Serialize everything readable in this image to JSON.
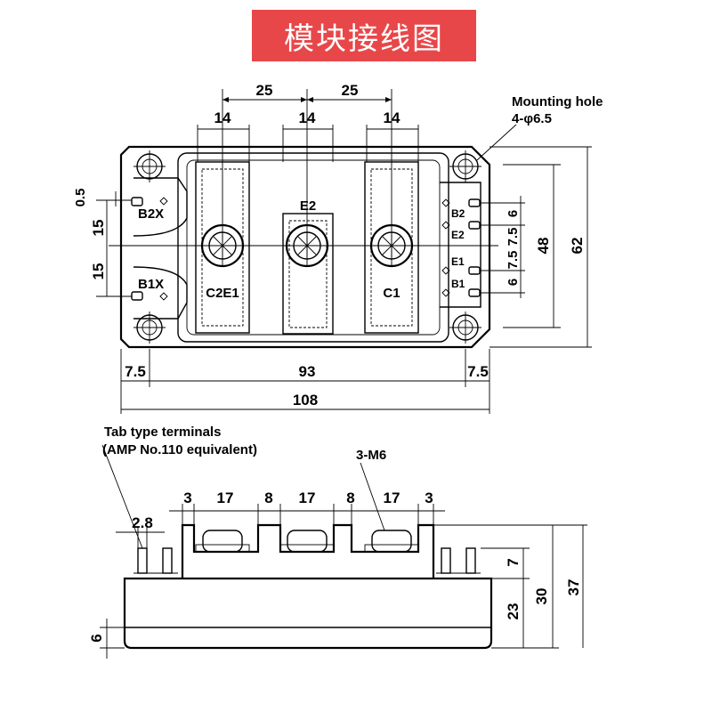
{
  "title": "模块接线图",
  "top_view": {
    "dims": {
      "pitch": [
        "25",
        "25"
      ],
      "terminal_width": [
        "14",
        "14",
        "14"
      ],
      "gap_small": "0.5",
      "left_v": [
        "15",
        "15"
      ],
      "right_v_small": [
        "6",
        "7.5",
        "7.5",
        "6"
      ],
      "height_inner": "48",
      "height_total": "62",
      "edge_left": "7.5",
      "hole_span": "93",
      "edge_right": "7.5",
      "total_length": "108"
    },
    "labels": {
      "mounting_hole": "Mounting hole",
      "mounting_hole_spec": "4-φ6.5",
      "b2x": "B2X",
      "b1x": "B1X",
      "e2_main": "E2",
      "c2e1": "C2E1",
      "c1": "C1",
      "b2": "B2",
      "e2": "E2",
      "e1": "E1",
      "b1": "B1"
    }
  },
  "side_view": {
    "labels": {
      "tab_type_line1": "Tab type terminals",
      "tab_type_line2": "(AMP No.110 equivalent)",
      "screw_spec": "3-M6"
    },
    "dims": {
      "horizontal": [
        "3",
        "17",
        "8",
        "17",
        "8",
        "17",
        "3"
      ],
      "tab_width": "2.8",
      "base_height": "6",
      "right_v": [
        "7",
        "23",
        "30",
        "37"
      ]
    }
  }
}
